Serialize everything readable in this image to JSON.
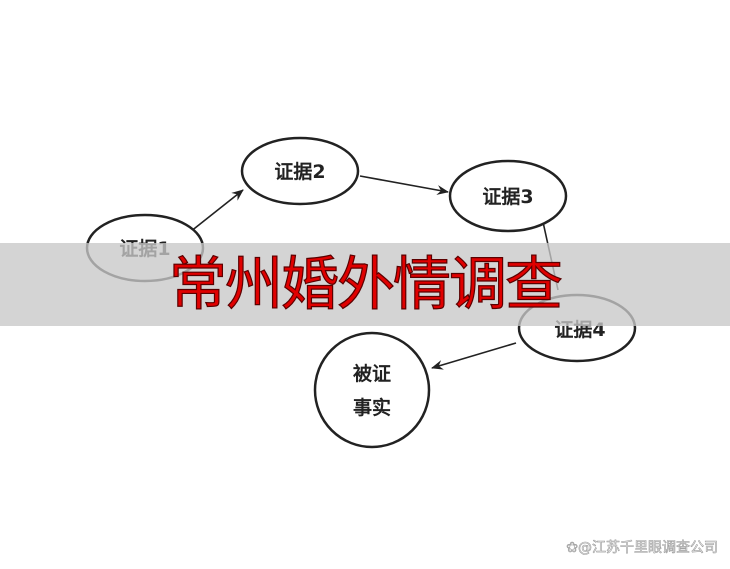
{
  "diagram": {
    "nodes": [
      {
        "id": "e1",
        "label": "证据1"
      },
      {
        "id": "e2",
        "label": "证据2"
      },
      {
        "id": "e3",
        "label": "证据3"
      },
      {
        "id": "e4",
        "label": "证据4"
      },
      {
        "id": "fact",
        "label_line1": "被证",
        "label_line2": "事实"
      }
    ],
    "edges": [
      [
        "e1",
        "e2"
      ],
      [
        "e2",
        "e3"
      ],
      [
        "e3",
        "e4"
      ],
      [
        "e4",
        "fact"
      ]
    ]
  },
  "overlay": {
    "title": "常州婚外情调查",
    "title_color": "#e00000"
  },
  "watermark": {
    "text": "@江苏千里眼调查公司",
    "icon": "baidu-paw-icon"
  }
}
